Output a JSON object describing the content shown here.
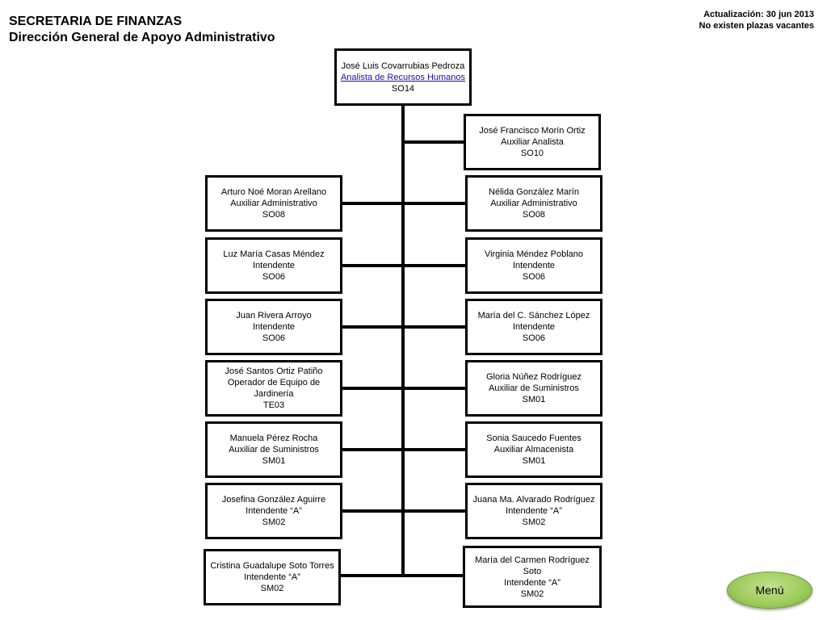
{
  "header": {
    "title_line1": "SECRETARIA DE FINANZAS",
    "title_line2": "Dirección General de Apoyo Administrativo",
    "update": "Actualización: 30 jun 2013",
    "vacancies": "No existen plazas  vacantes"
  },
  "head": {
    "name": "José Luis Covarrubias Pedroza",
    "position": "Analista de Recursos Humanos",
    "code": "SO14"
  },
  "left": [
    {
      "name": "Arturo Noé Moran Arellano",
      "position": "Auxiliar Administrativo",
      "code": "SO08"
    },
    {
      "name": "Luz María Casas Méndez",
      "position": "Intendente",
      "code": "SO06"
    },
    {
      "name": "Juan Rivera Arroyo",
      "position": "Intendente",
      "code": "SO06"
    },
    {
      "name": "José Santos Ortiz Patiño",
      "position": "Operador de Equipo de Jardinería",
      "code": "TE03"
    },
    {
      "name": "Manuela Pérez Rocha",
      "position": "Auxiliar de Suministros",
      "code": "SM01"
    },
    {
      "name": "Josefina González Aguirre",
      "position": "Intendente “A”",
      "code": "SM02"
    },
    {
      "name": "Cristina Guadalupe Soto Torres",
      "position": "Intendente “A”",
      "code": "SM02"
    }
  ],
  "right": [
    {
      "name": "José Francisco Morín Ortiz",
      "position": "Auxiliar Analista",
      "code": "SO10"
    },
    {
      "name": "Nélida González Marín",
      "position": "Auxiliar Administrativo",
      "code": "SO08"
    },
    {
      "name": "Virginia Méndez Poblano",
      "position": "Intendente",
      "code": "SO06"
    },
    {
      "name": "María del C. Sánchez López",
      "position": "Intendente",
      "code": "SO06"
    },
    {
      "name": "Gloria Núñez Rodríguez",
      "position": "Auxiliar de Suministros",
      "code": "SM01"
    },
    {
      "name": "Sonia Saucedo Fuentes",
      "position": "Auxiliar Almacenista",
      "code": "SM01"
    },
    {
      "name": "Juana Ma. Alvarado Rodríguez",
      "position": "Intendente “A”",
      "code": "SM02"
    },
    {
      "name": "María del Carmen Rodríguez Soto",
      "position": "Intendente “A”",
      "code": "SM02"
    }
  ],
  "menu": {
    "label": "Menú",
    "color": "#9ccb5b"
  }
}
